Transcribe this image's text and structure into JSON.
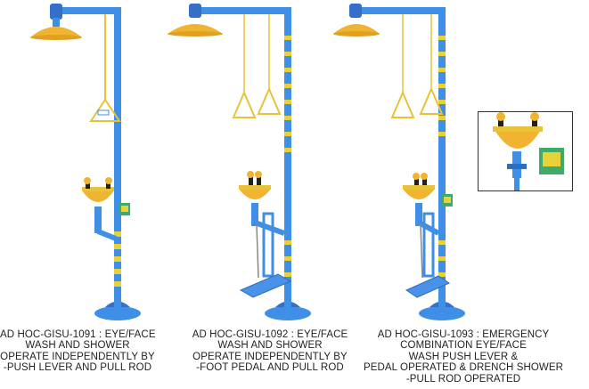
{
  "colors": {
    "pipe_blue": "#3f8fe6",
    "pipe_blue_dark": "#2a6fc2",
    "shower_yellow": "#f0b431",
    "accent_yellow": "#e8d23a",
    "sign_green": "#3faa6a"
  },
  "products": [
    {
      "caption_lines": [
        "AD HOC-GISU-1091 : EYE/FACE",
        "WASH AND SHOWER",
        "OPERATE INDEPENDENTLY BY",
        "-PUSH LEVER AND PULL ROD"
      ]
    },
    {
      "caption_lines": [
        "AD HOC-GISU-1092 : EYE/FACE",
        "WASH AND SHOWER",
        "OPERATE INDEPENDENTLY BY",
        "-FOOT PEDAL  AND PULL ROD"
      ]
    },
    {
      "caption_lines": [
        "AD HOC-GISU-1093 : EMERGENCY",
        "COMBINATION EYE/FACE",
        "WASH PUSH LEVER &",
        "PEDAL OPERATED & DRENCH SHOWER",
        "-PULL ROD OPERATED"
      ]
    }
  ]
}
